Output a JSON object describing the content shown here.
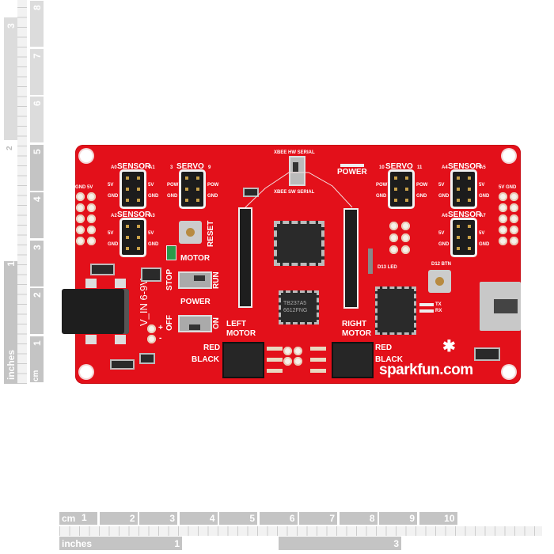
{
  "rulers": {
    "bottom": {
      "unit_cm": "cm",
      "cm_ticks": [
        "1",
        "2",
        "3",
        "4",
        "5",
        "6",
        "7",
        "8",
        "9",
        "10"
      ],
      "unit_in": "inches",
      "in_ticks": [
        "1",
        "3"
      ]
    },
    "left": {
      "unit_cm": "cm",
      "cm_ticks": [
        "1",
        "2",
        "3",
        "4",
        "5",
        "6",
        "7",
        "8"
      ],
      "unit_in": "inches",
      "in_ticks": [
        "1",
        "2",
        "3"
      ]
    }
  },
  "board": {
    "color": "#e3101a",
    "sensor_a0a1": {
      "title": "SENSOR",
      "l": "A0",
      "r": "A1"
    },
    "servo_3_9": {
      "title": "SERVO",
      "l": "3",
      "r": "9"
    },
    "sensor_a2a3": {
      "title": "SENSOR",
      "l": "A2",
      "r": "A3"
    },
    "servo_10_11": {
      "title": "SERVO",
      "l": "10",
      "r": "11"
    },
    "sensor_a4a5": {
      "title": "SENSOR",
      "l": "A4",
      "r": "A5"
    },
    "sensor_a6a7": {
      "title": "SENSOR",
      "l": "A6",
      "r": "A7"
    },
    "pin_labels": {
      "pow": "POW",
      "v5": "5V",
      "gnd": "GND"
    },
    "reset": "RESET",
    "motor_switch": {
      "title": "MOTOR",
      "off": "STOP",
      "on": "RUN"
    },
    "power_switch": {
      "title": "POWER",
      "off": "OFF",
      "on": "ON"
    },
    "vin": "V_IN 6-9V",
    "plus": "+",
    "minus": "-",
    "xbee_hw": "XBEE HW SERIAL",
    "xbee_sw": "XBEE SW SERIAL",
    "power_led": "POWER",
    "d13": "D13 LED",
    "d12": "D12 BTN",
    "tx": "TX",
    "rx": "RX",
    "left_motor": "LEFT MOTOR",
    "right_motor": "RIGHT MOTOR",
    "red": "RED",
    "black": "BLACK",
    "driver_chip": "TB237A5 6612FNG",
    "brand": "sparkfun.com"
  }
}
